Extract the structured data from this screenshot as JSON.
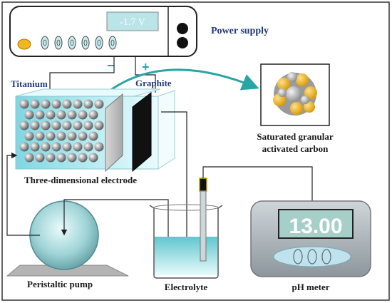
{
  "power_supply": {
    "display": "-1.7 V",
    "label": "Power supply",
    "negative": "−",
    "positive": "+"
  },
  "electrodes": {
    "titanium": "Titanium",
    "graphite": "Graphite",
    "three_d": "Three-dimensional electrode"
  },
  "carbon": {
    "line1": "Saturated granular",
    "line2": "activated carbon"
  },
  "pump": {
    "label": "Peristaltic pump"
  },
  "beaker": {
    "label": "Electrolyte"
  },
  "ph_meter": {
    "value": "13.00",
    "label": "pH meter"
  },
  "colors": {
    "solution": "#aee8ef",
    "particle": "#8f8f8f",
    "graphite": "#111111",
    "arrow": "#2aa5a5",
    "outline": "#1f3a7a"
  }
}
